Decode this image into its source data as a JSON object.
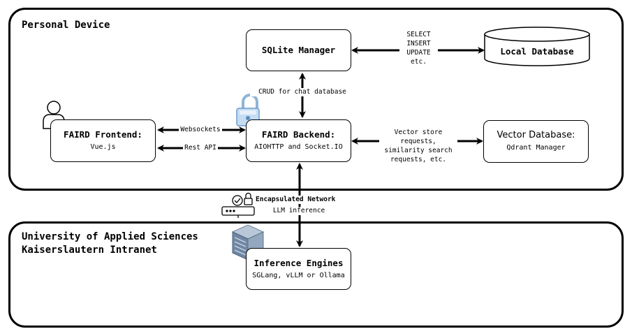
{
  "regions": {
    "personal": {
      "title": "Personal Device"
    },
    "university": {
      "title": "University of Applied Sciences\nKaiserslautern Intranet"
    }
  },
  "nodes": {
    "sqlite": {
      "title": "SQLite Manager"
    },
    "local_db": {
      "title": "Local Database"
    },
    "frontend": {
      "title": "FAIRD Frontend:",
      "subtitle": "Vue.js"
    },
    "backend": {
      "title": "FAIRD Backend:",
      "subtitle": "AIOHTTP and Socket.IO"
    },
    "vector_db": {
      "title": "Vector Database:",
      "subtitle": "Qdrant Manager"
    },
    "inference": {
      "title": "Inference Engines",
      "subtitle": "SGLang, vLLM or Ollama"
    }
  },
  "edges": {
    "sql_ops": {
      "lines": [
        "SELECT",
        "INSERT",
        "UPDATE",
        "etc."
      ]
    },
    "crud": {
      "label": "CRUD for chat database"
    },
    "websockets": {
      "label": "Websockets"
    },
    "rest_api": {
      "label": "Rest API"
    },
    "vector_requests": {
      "label": "Vector store requests, similarity search requests, etc."
    },
    "network": {
      "title": "Encapsulated Network",
      "subtitle": "LLM inference"
    }
  },
  "icons": {
    "user": "user-icon",
    "lock": "padlock-icon",
    "network_security": "network-security-icon",
    "server": "server-rack-icon"
  }
}
